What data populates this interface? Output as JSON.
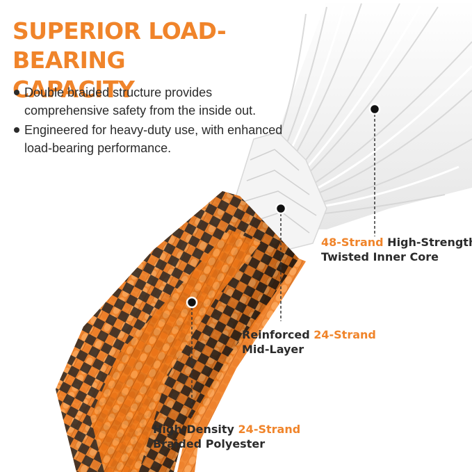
{
  "colors": {
    "accent": "#f0842a",
    "text": "#2b2b2b",
    "rope_orange": "#f07d1e",
    "rope_black": "#1a1410",
    "rope_white": "#f2f2f2"
  },
  "heading": {
    "line1": "SUPERIOR LOAD-BEARING",
    "line2": "CAPACITY"
  },
  "bullets": [
    "Double braided structure provides comprehensive safety from the inside out.",
    "Engineered for heavy-duty use, with enhanced load-bearing performance."
  ],
  "callouts": {
    "core": {
      "highlight": "48-Strand",
      "rest1": " High-Strength",
      "line2": "Twisted Inner Core"
    },
    "mid": {
      "lead": "Reinforced ",
      "highlight": "24-Strand",
      "line2": "Mid-Layer"
    },
    "outer": {
      "lead": "High-Density ",
      "highlight": "24-Strand",
      "line2": "Braided Polyester"
    }
  }
}
